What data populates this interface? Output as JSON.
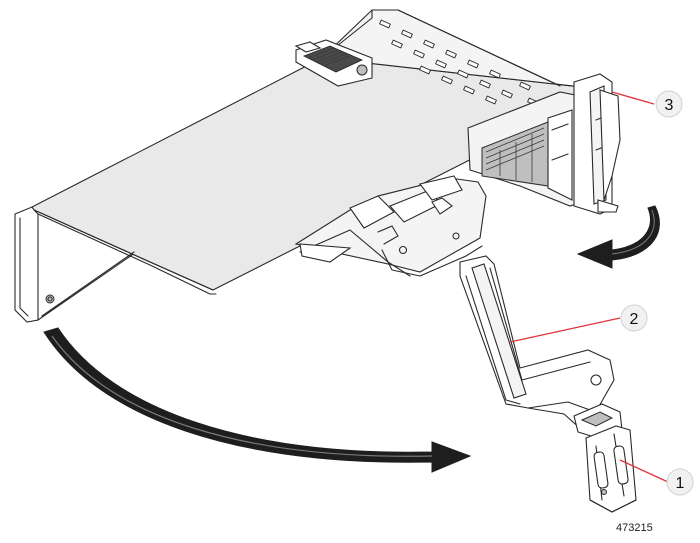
{
  "callouts": [
    {
      "label": "1"
    },
    {
      "label": "2"
    },
    {
      "label": "3"
    }
  ],
  "figure_number": "473215",
  "colors": {
    "leader": "#e0363a",
    "arrow": "#1e1e1e",
    "callout_fill": "#f1f1f1"
  }
}
